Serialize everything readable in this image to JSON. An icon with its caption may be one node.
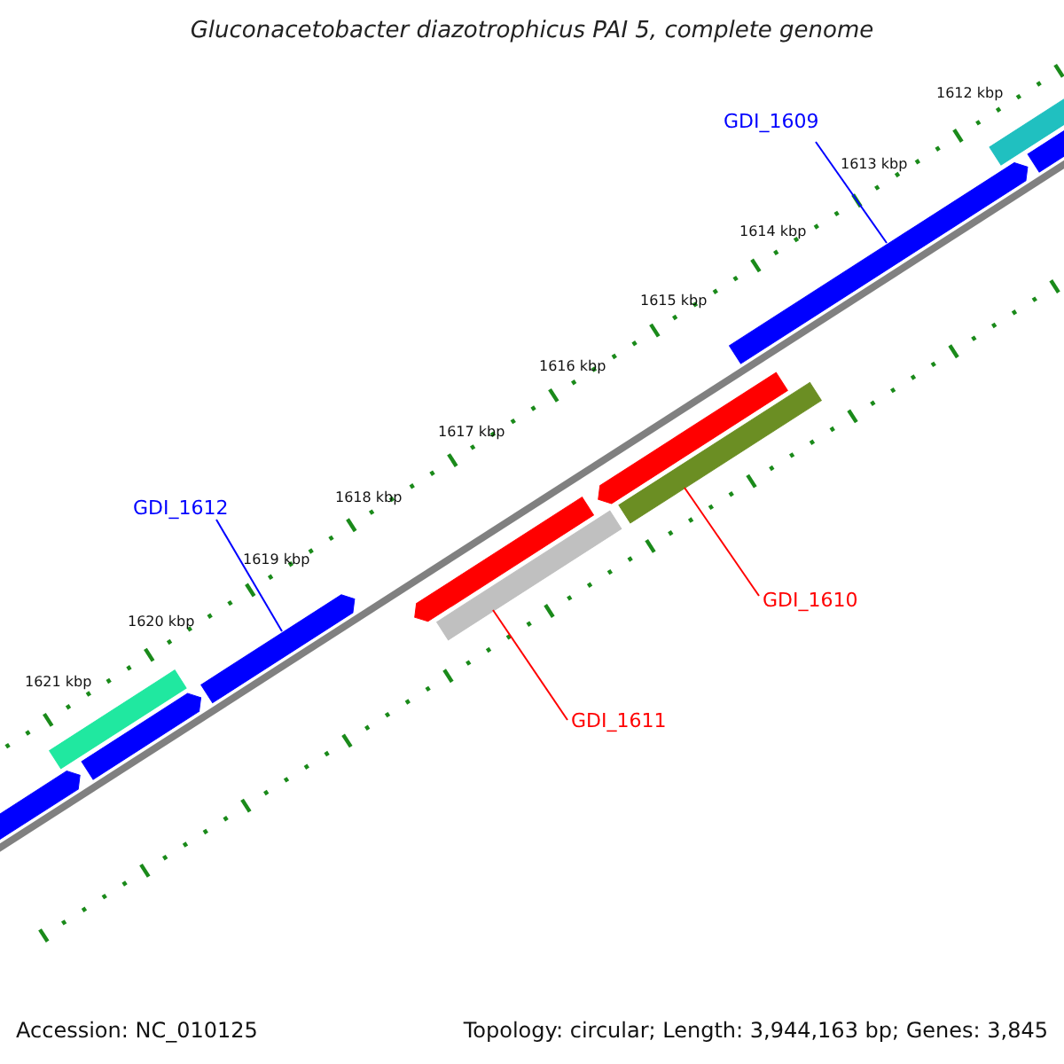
{
  "diagram": {
    "title": "Gluconacetobacter diazotrophicus PAI 5, complete genome",
    "nodes": [
      {
        "text": [
          "GDI_1609"
        ]
      },
      {
        "text": [
          "GDI_1612"
        ]
      },
      {
        "text": [
          "GDI_1610"
        ]
      },
      {
        "text": [
          "GDI_1611"
        ]
      },
      {
        "text": [],
        "shape": "bar"
      },
      {
        "text": [],
        "shape": "bar"
      },
      {
        "text": [],
        "shape": "bar"
      },
      {
        "text": [],
        "shape": "bar"
      },
      {
        "text": [],
        "shape": "bar"
      },
      {
        "text": [],
        "shape": "bar"
      },
      {
        "text": [],
        "shape": "bar"
      },
      {
        "text": [],
        "shape": "bar"
      },
      {
        "text": [],
        "shape": "bar"
      },
      {
        "text": [],
        "shape": "bar"
      },
      {
        "text": [],
        "shape": "bar"
      }
    ],
    "edges": [
      {
        "from": 0,
        "to": 4,
        "arrow": "none",
        "color": "#0000ff"
      },
      {
        "from": 1,
        "to": 5,
        "arrow": "none",
        "color": "#0000ff"
      },
      {
        "from": 2,
        "to": 6,
        "arrow": "none",
        "color": "#ff0000"
      },
      {
        "from": 3,
        "to": 7,
        "arrow": "none",
        "color": "#ff0000"
      }
    ],
    "labels": [
      "1612 kbp",
      "1613 kbp",
      "1614 kbp",
      "1615 kbp",
      "1616 kbp",
      "1617 kbp",
      "1618 kbp",
      "1619 kbp",
      "1620 kbp",
      "1621 kbp",
      "Accession: NC_010125",
      "Topology: circular; Length: 3,944,163 bp; Genes: 3,845"
    ]
  }
}
